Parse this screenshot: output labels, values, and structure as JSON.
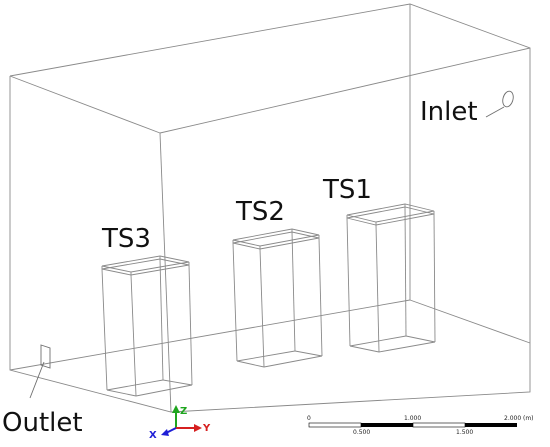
{
  "labels": {
    "inlet": "Inlet",
    "outlet": "Outlet",
    "ts1": "TS1",
    "ts2": "TS2",
    "ts3": "TS3"
  },
  "axes": {
    "x": "X",
    "y": "Y",
    "z": "Z",
    "colors": {
      "x": "#1f1fd6",
      "y": "#d62020",
      "z": "#1ea51e"
    }
  },
  "scale_bar": {
    "unit": "(m)",
    "top_ticks": [
      "0",
      "1.000",
      "2.000"
    ],
    "bottom_ticks": [
      "0.500",
      "1.500"
    ]
  }
}
